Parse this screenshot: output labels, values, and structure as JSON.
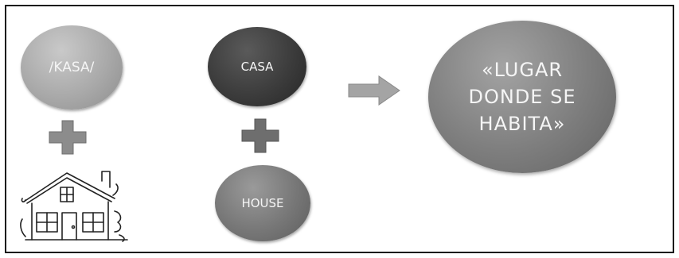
{
  "bubbles": {
    "kasa": "/KASA/",
    "casa": "CASA",
    "house": "HOUSE",
    "lugar": "«LUGAR\nDONDE  SE\nHABITA»"
  },
  "icons": [
    "plus-icon",
    "plus-icon",
    "right-arrow-icon",
    "house-drawing-icon"
  ],
  "colors": {
    "light_bubble": "#a9a9a9",
    "dark_bubble": "#3c3c3c",
    "mid_bubble": "#777777",
    "plus": "#8a8a8a"
  }
}
